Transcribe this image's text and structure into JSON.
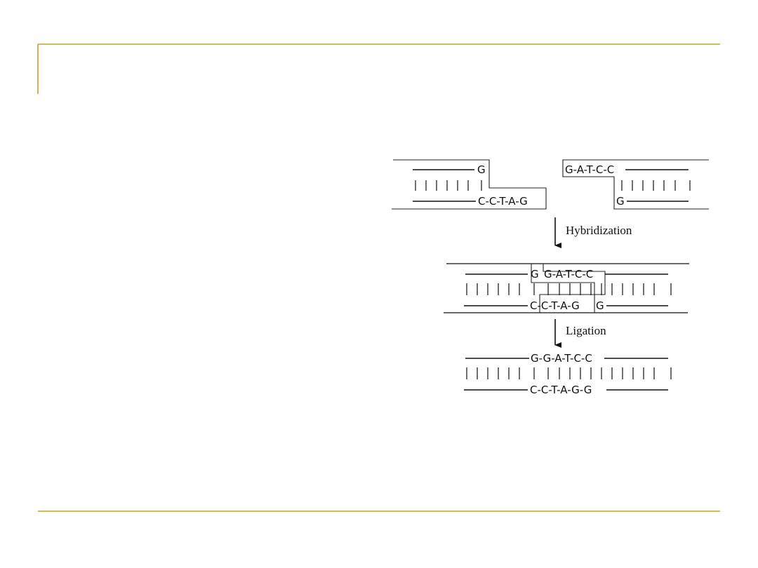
{
  "theme": {
    "accent": "#c8a02a",
    "ink": "#111111"
  },
  "diagram": {
    "fragments": {
      "left_top": "G",
      "left_bottom": "C-C-T-A-G",
      "right_top": "G-A-T-C-C",
      "right_bottom": "G"
    },
    "hybridized": {
      "left_top": "G",
      "right_top": "G-A-T-C-C",
      "left_bottom": "C-C-T-A-G",
      "right_bottom": "G"
    },
    "steps": {
      "hybridization": "Hybridization",
      "ligation": "Ligation"
    },
    "ligated": {
      "top": "G-G-A-T-C-C",
      "bottom": "C-C-T-A-G-G"
    }
  }
}
